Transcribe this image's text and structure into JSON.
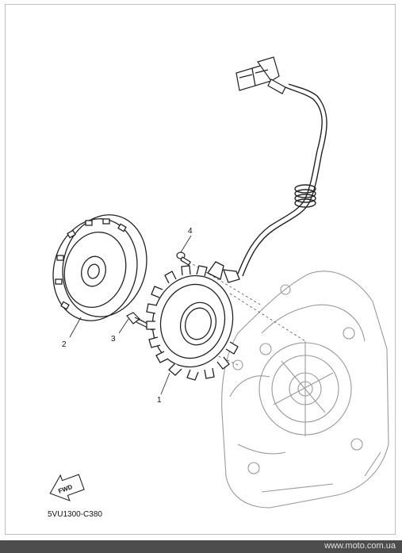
{
  "callouts": [
    {
      "number": "1",
      "part": "stator-coil-assembly"
    },
    {
      "number": "2",
      "part": "rotor-flywheel"
    },
    {
      "number": "3",
      "part": "bolt"
    },
    {
      "number": "4",
      "part": "screw"
    }
  ],
  "direction_arrow": "FWD",
  "diagram_code": "5VU1300-C380",
  "watermark": "www.moto.com.ua",
  "colors": {
    "line": "#222222",
    "engine_line": "#9a9a9a",
    "footer_bg": "#4d4d4d"
  }
}
